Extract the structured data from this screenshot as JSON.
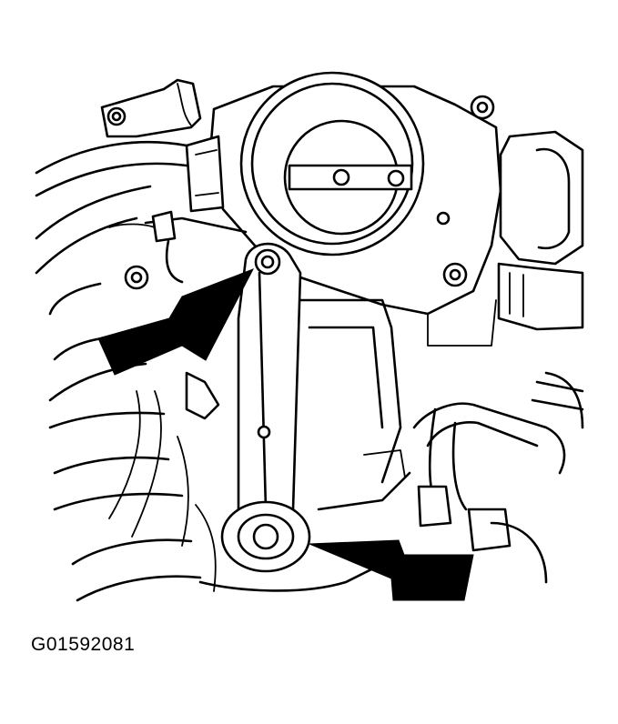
{
  "figure": {
    "id_label": "G01592081",
    "colors": {
      "background": "#ffffff",
      "ink": "#000000"
    },
    "callouts": [
      {
        "name": "upper-bolt-arrow"
      },
      {
        "name": "lower-bolt-arrow"
      }
    ]
  }
}
